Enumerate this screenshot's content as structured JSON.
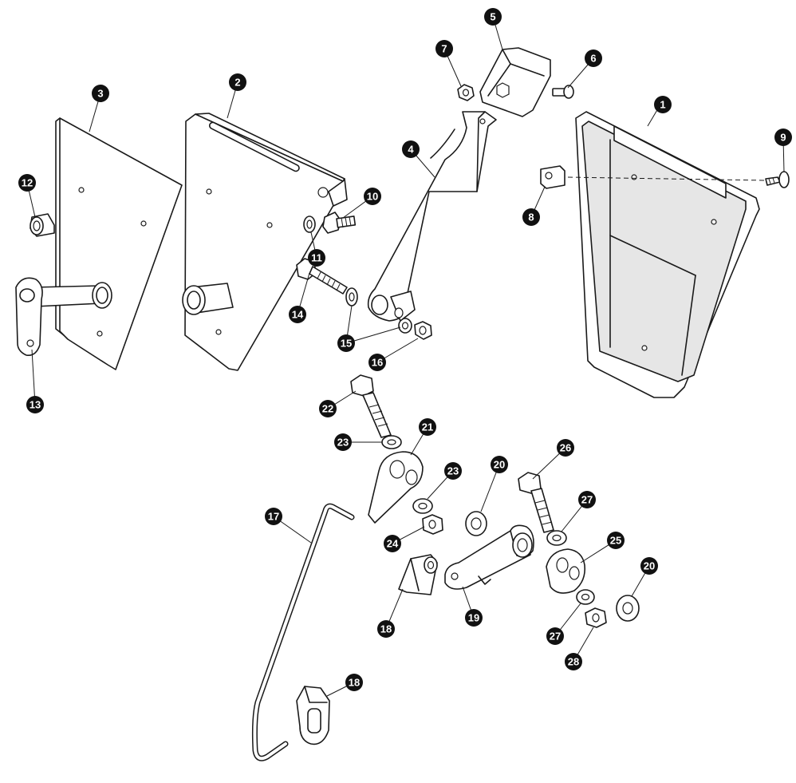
{
  "callouts": {
    "c1": "1",
    "c2": "2",
    "c3": "3",
    "c4": "4",
    "c5": "5",
    "c6": "6",
    "c7": "7",
    "c8": "8",
    "c9": "9",
    "c10": "10",
    "c11": "11",
    "c12": "12",
    "c13": "13",
    "c14": "14",
    "c15": "15",
    "c16": "16",
    "c17": "17",
    "c18a": "18",
    "c18b": "18",
    "c19": "19",
    "c20a": "20",
    "c20b": "20",
    "c21": "21",
    "c22": "22",
    "c23a": "23",
    "c23b": "23",
    "c24": "24",
    "c25": "25",
    "c26": "26",
    "c27a": "27",
    "c27b": "27",
    "c28": "28"
  }
}
